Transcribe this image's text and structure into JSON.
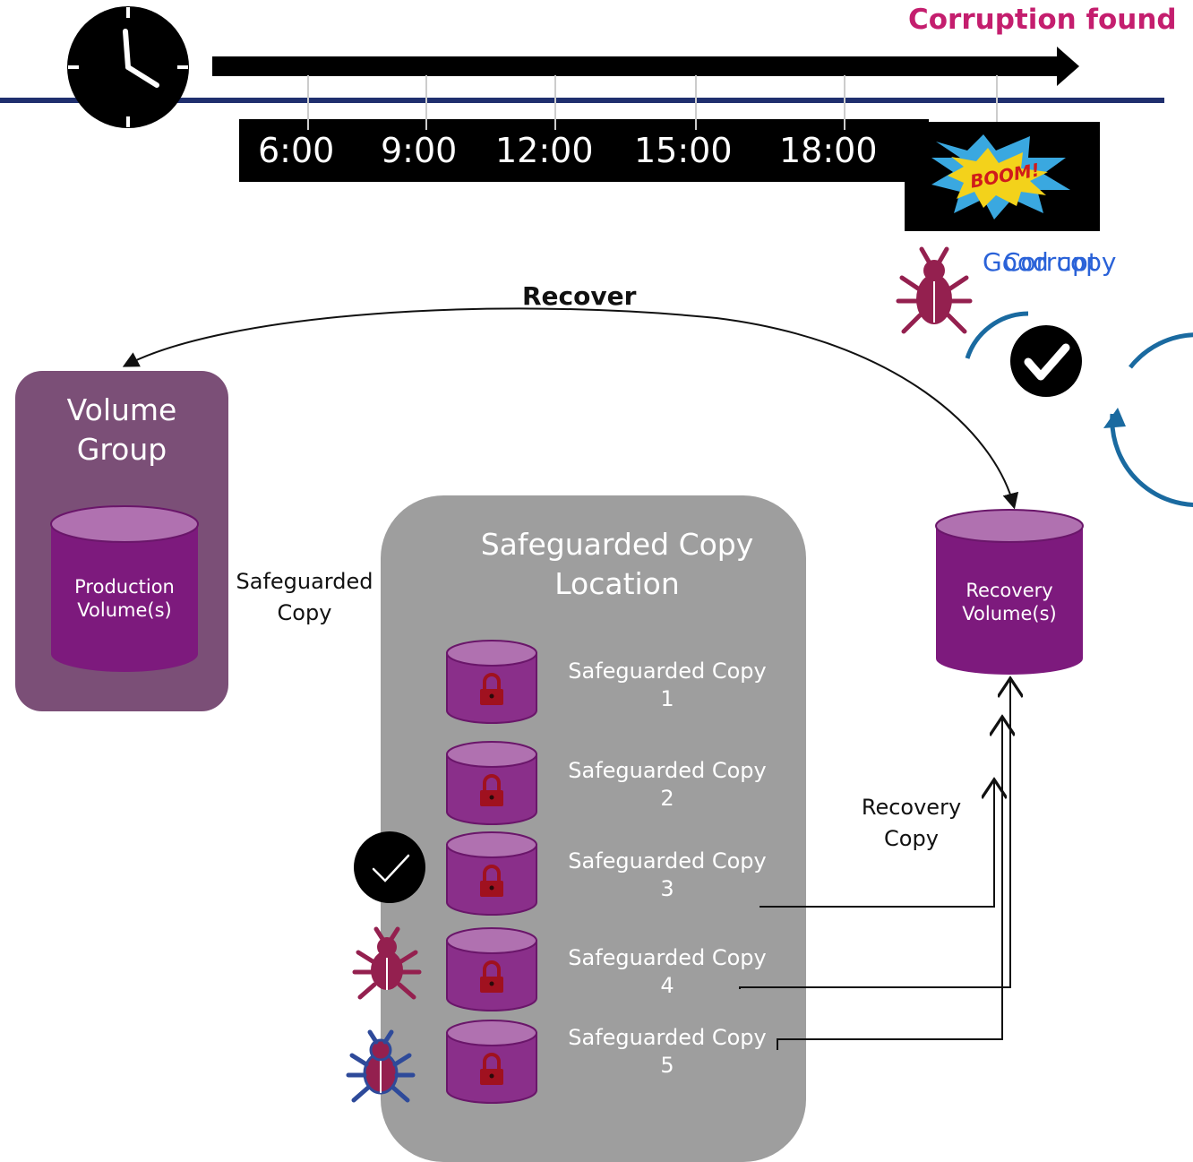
{
  "header": {
    "corruption_found": "Corruption found"
  },
  "timeline": {
    "ticks": [
      "6:00",
      "9:00",
      "12:00",
      "15:00",
      "18:00"
    ],
    "boom_text": "BOOM!"
  },
  "overlay": {
    "status_text_a": "Good copy",
    "status_text_b": "Corrupt"
  },
  "recover_label": "Recover",
  "volume_group": {
    "title_line1": "Volume",
    "title_line2": "Group",
    "production_line1": "Production",
    "production_line2": "Volume(s)"
  },
  "safeguarded_arrow": {
    "line1": "Safeguarded",
    "line2": "Copy"
  },
  "sc_location": {
    "title_line1": "Safeguarded Copy",
    "title_line2": "Location",
    "copies": [
      {
        "label": "Safeguarded Copy",
        "num": "1"
      },
      {
        "label": "Safeguarded Copy",
        "num": "2"
      },
      {
        "label": "Safeguarded Copy",
        "num": "3"
      },
      {
        "label": "Safeguarded Copy",
        "num": "4"
      },
      {
        "label": "Safeguarded Copy",
        "num": "5"
      }
    ]
  },
  "recovery_copy": {
    "line1": "Recovery",
    "line2": "Copy"
  },
  "recovery_volume": {
    "line1": "Recovery",
    "line2": "Volume(s)"
  },
  "colors": {
    "magenta": "#c41e6e",
    "navy": "#1f2f6e",
    "purple_box": "#7b4f77",
    "cyl_body": "#7d1a7d",
    "cyl_top": "#b071b0",
    "gray_box": "#9e9e9e",
    "lock": "#a0111f",
    "blue_text": "#2a62d8",
    "cycle_blue": "#1a6aa0",
    "bug_red": "#94204f"
  }
}
